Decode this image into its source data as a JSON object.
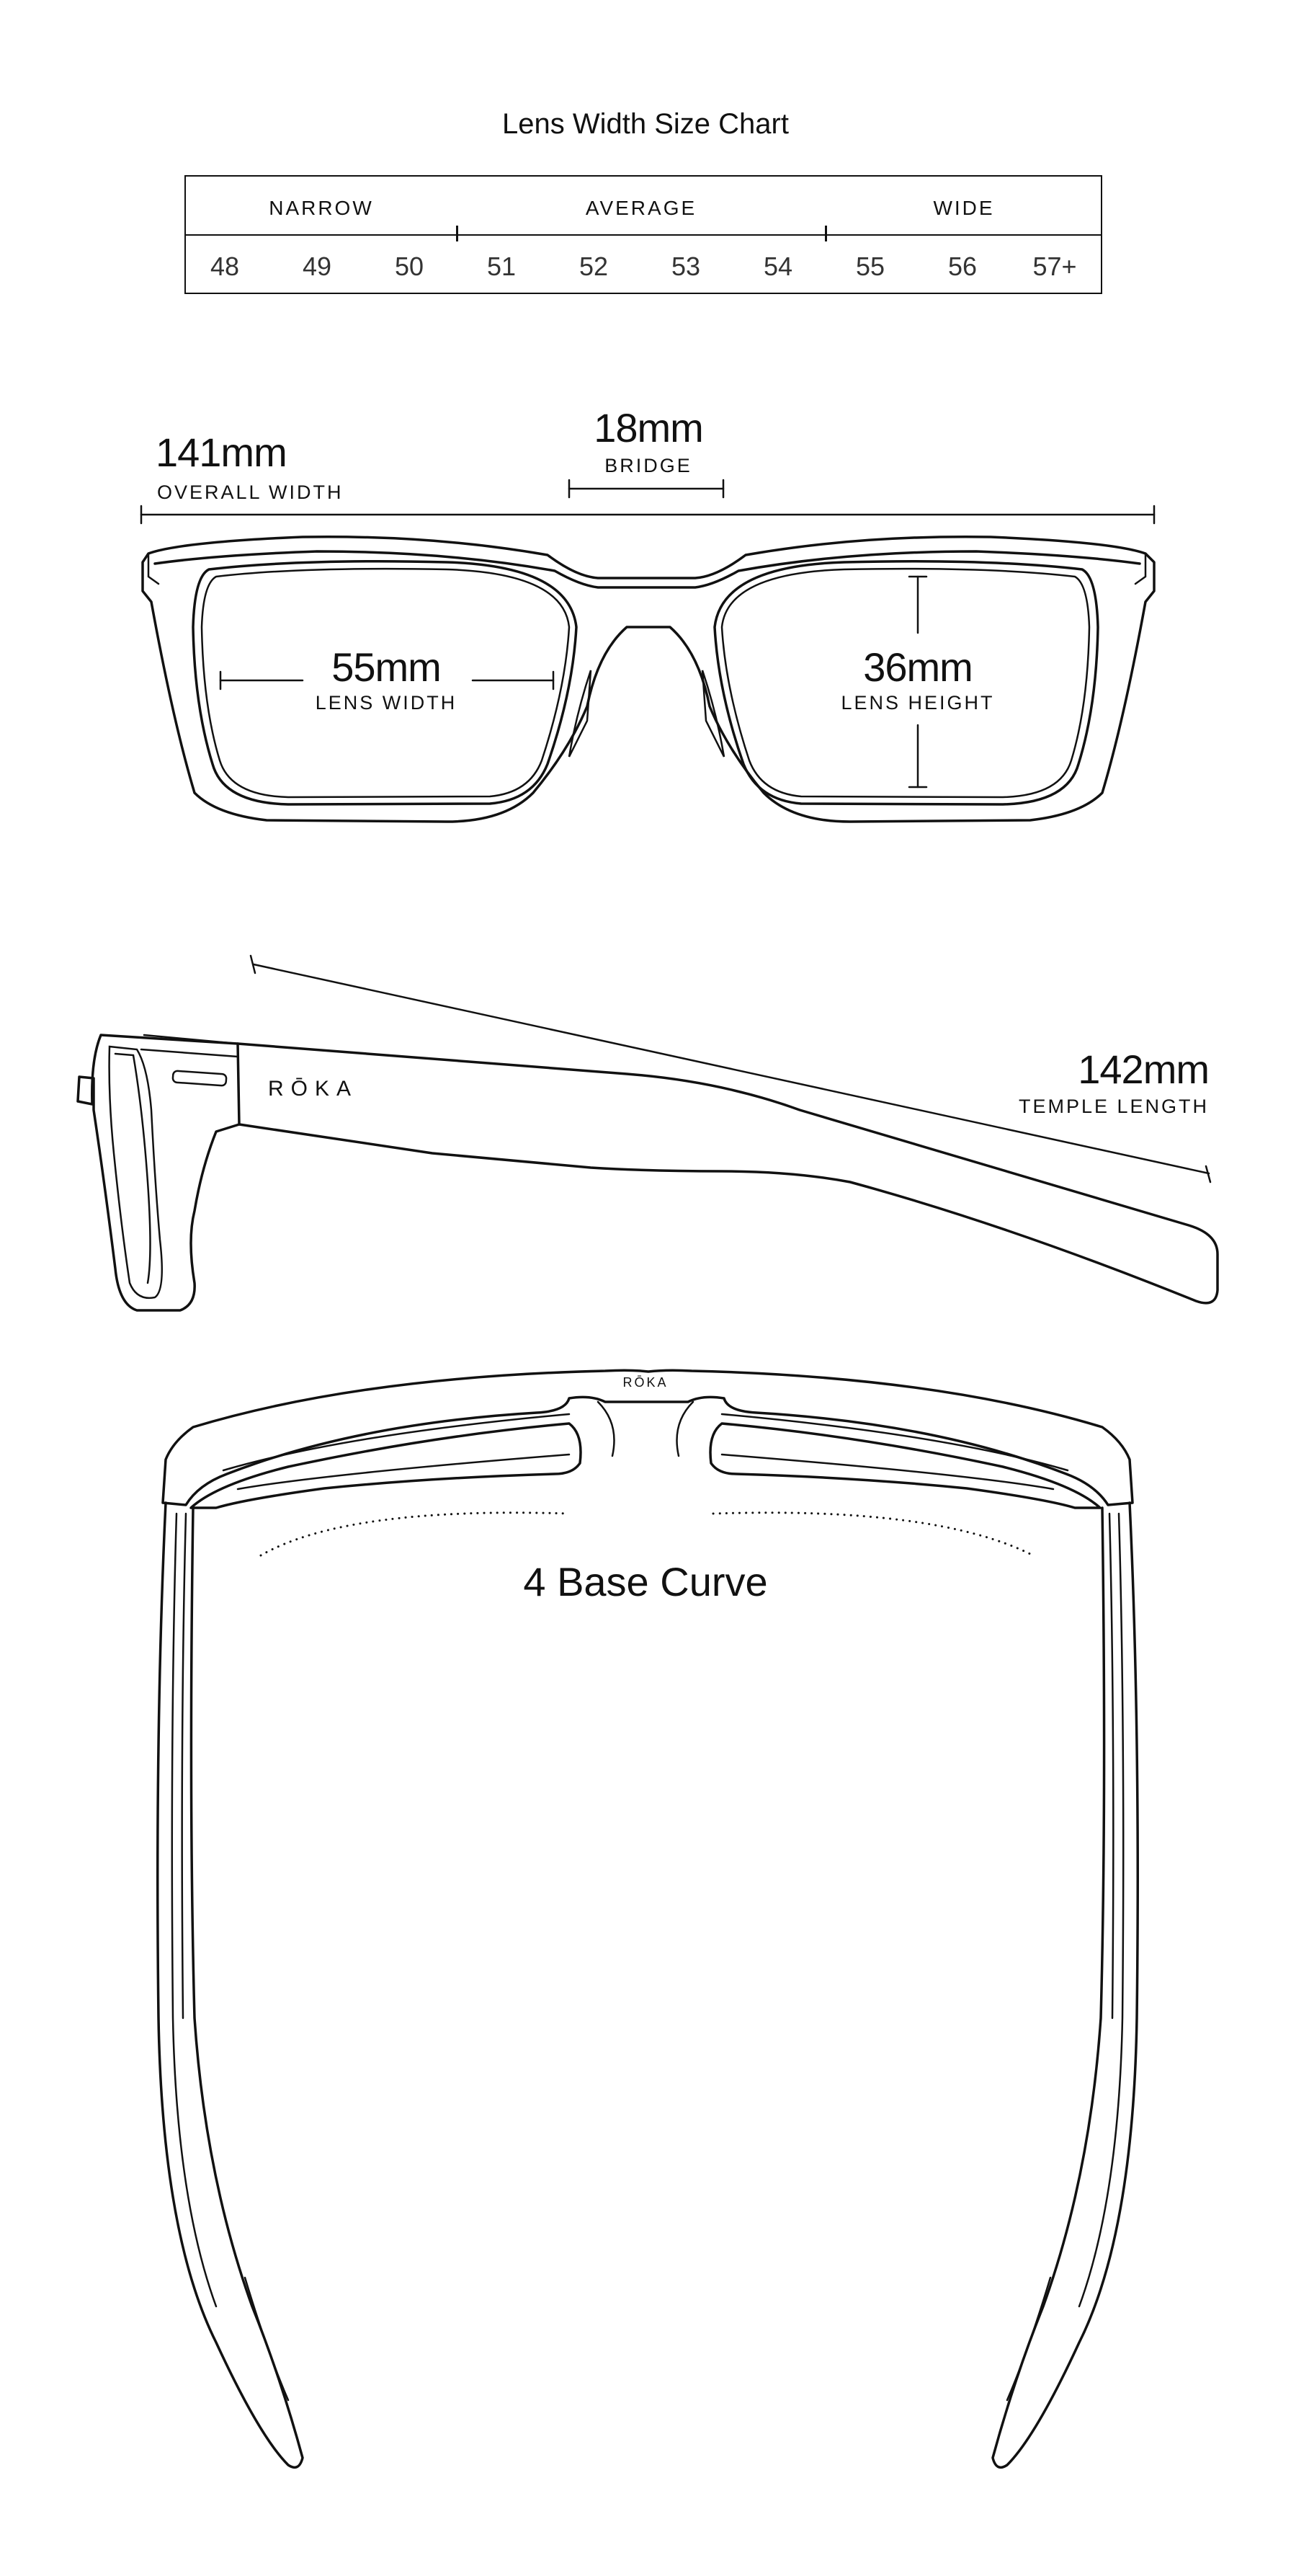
{
  "title": "Lens Width Size Chart",
  "size_chart": {
    "categories": [
      "NARROW",
      "AVERAGE",
      "WIDE"
    ],
    "sizes": [
      "48",
      "49",
      "50",
      "51",
      "52",
      "53",
      "54",
      "55",
      "56",
      "57+"
    ]
  },
  "front_view": {
    "overall_width": {
      "value": "141mm",
      "label": "OVERALL WIDTH"
    },
    "bridge": {
      "value": "18mm",
      "label": "BRIDGE"
    },
    "lens_width": {
      "value": "55mm",
      "label": "LENS WIDTH"
    },
    "lens_height": {
      "value": "36mm",
      "label": "LENS HEIGHT"
    }
  },
  "side_view": {
    "brand": "RŌKA",
    "temple_length": {
      "value": "142mm",
      "label": "TEMPLE LENGTH"
    }
  },
  "top_view": {
    "brand": "RŌKA",
    "base_curve": "4 Base Curve"
  }
}
